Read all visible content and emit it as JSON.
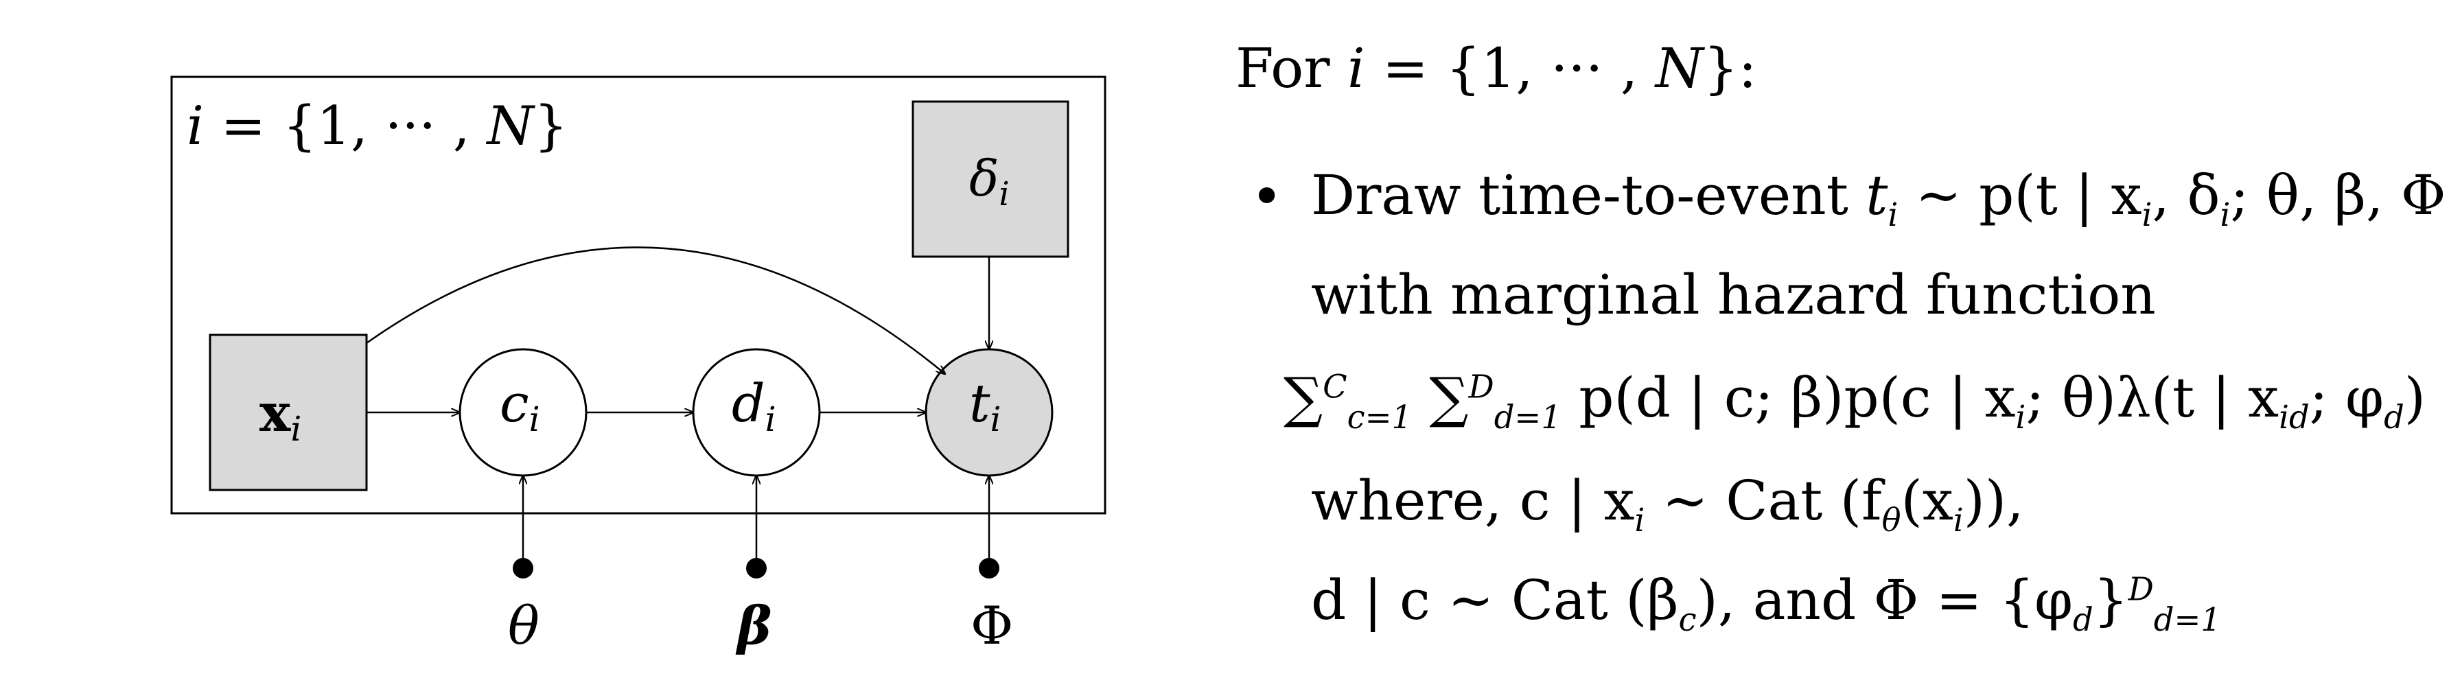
{
  "plate": {
    "label_i": "i",
    "label_eq": " = {1, ··· , ",
    "label_N": "N",
    "label_close": "}"
  },
  "nodes": {
    "x_main": "x",
    "x_sub": "i",
    "c_main": "c",
    "c_sub": "i",
    "d_main": "d",
    "d_sub": "i",
    "t_main": "t",
    "t_sub": "i",
    "delta_main": "δ",
    "delta_sub": "i"
  },
  "params": {
    "theta": "θ",
    "beta": "β",
    "phi": "Φ"
  },
  "text": {
    "for_prefix": "For ",
    "for_i": "i",
    "for_eq": " = {1, ··· , ",
    "for_N": "N",
    "for_close": "}:",
    "bullet": "•",
    "line1_prefix": "Draw time-to-event ",
    "line1_math": "t",
    "line1_sub": "i",
    "line1_rest": " ∼ p(t | x",
    "line1_rest_sub": "i",
    "line1_tail": ", δ",
    "line1_tail_sub": "i",
    "line1_end": "; θ, β, Φ)",
    "line2": "with marginal hazard function",
    "line3_sum1": "∑",
    "line3_sum1_sup": "C",
    "line3_sum1_sub": "c=1",
    "line3_sum2": "∑",
    "line3_sum2_sup": "D",
    "line3_sum2_sub": "d=1",
    "line3_body": " p(d | c; β)p(c | x",
    "line3_body_sub": "i",
    "line3_body2": "; θ)λ(t | x",
    "line3_body2_sub": "id",
    "line3_body3": "; φ",
    "line3_body3_sub": "d",
    "line3_end": ")",
    "line4_prefix": "where, ",
    "line4_math": "c | x",
    "line4_sub": "i",
    "line4_rest": " ∼ Cat (f",
    "line4_rest_sub": "θ",
    "line4_rest2": "(x",
    "line4_rest2_sub": "i",
    "line4_end": ")),",
    "line5_a": "d | c ∼ Cat (β",
    "line5_a_sub": "c",
    "line5_b": "), and Φ = {φ",
    "line5_b_sub": "d",
    "line5_c": "}",
    "line5_c_sup": "D",
    "line5_c_sub": "d=1"
  },
  "colors": {
    "observed_fill": "#d9d9d9",
    "latent_fill": "#ffffff",
    "stroke": "#000000"
  }
}
